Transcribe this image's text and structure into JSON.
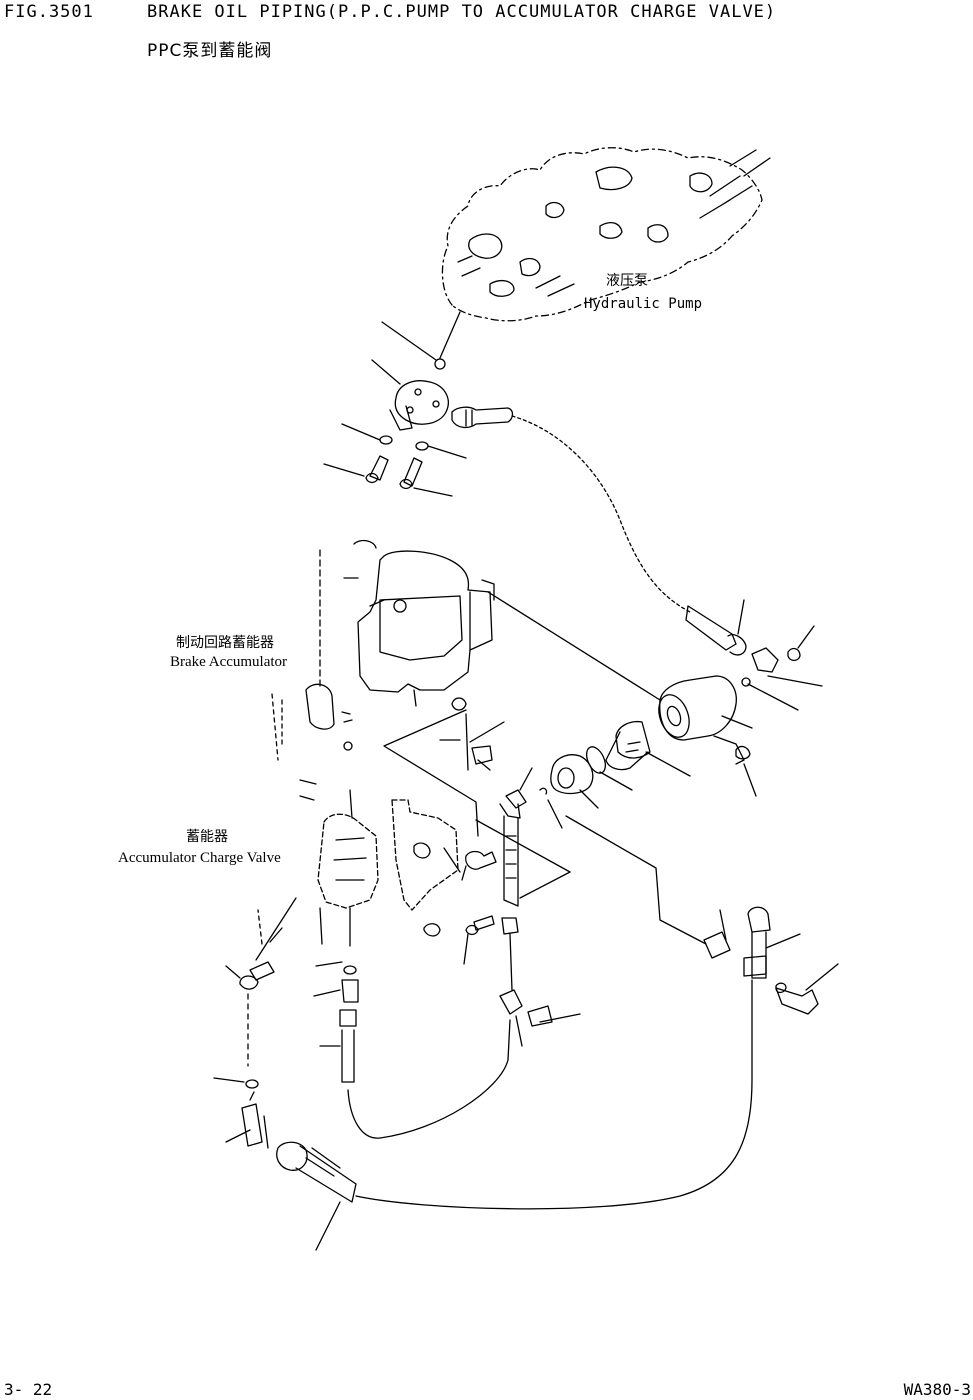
{
  "header": {
    "fig_number": "FIG.3501",
    "title": "BRAKE OIL PIPING(P.P.C.PUMP TO ACCUMULATOR CHARGE VALVE)",
    "subtitle_cn": "PPC泵到蓄能阀"
  },
  "labels": {
    "hydraulic_pump": {
      "cn": "液压泵",
      "en": "Hydraulic Pump"
    },
    "brake_accumulator": {
      "cn": "制动回路蓄能器",
      "en": "Brake Accumulator"
    },
    "accumulator_charge_valve": {
      "cn": "蓄能器",
      "en": "Accumulator Charge Valve"
    }
  },
  "footer": {
    "page_number": "3- 22",
    "model_code": "WA380-3"
  }
}
